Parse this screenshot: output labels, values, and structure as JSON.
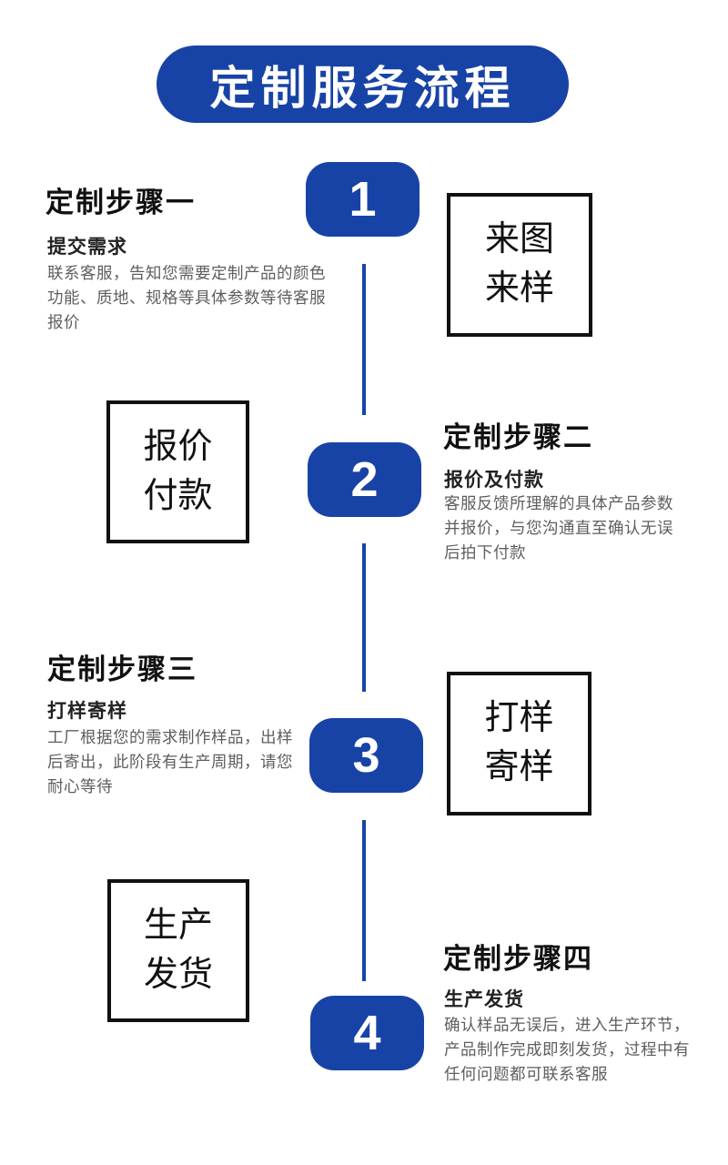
{
  "colors": {
    "accent": "#1843a6",
    "heading_text": "#111111",
    "body_text": "#5e5e5e",
    "box_border": "#111111",
    "badge_text": "#ffffff"
  },
  "title": "定制服务流程",
  "steps": [
    {
      "number": "1",
      "heading": "定制步骤一",
      "subheading": "提交需求",
      "description": "联系客服，告知您需要定制产品的颜色\n功能、质地、规格等具体参数等待客服\n报价",
      "box_label": "来图\n来样"
    },
    {
      "number": "2",
      "heading": "定制步骤二",
      "subheading": "报价及付款",
      "description": "客服反馈所理解的具体产品参数\n并报价，与您沟通直至确认无误\n后拍下付款",
      "box_label": "报价\n付款"
    },
    {
      "number": "3",
      "heading": "定制步骤三",
      "subheading": "打样寄样",
      "description": "工厂根据您的需求制作样品，出样\n后寄出，此阶段有生产周期，请您\n耐心等待",
      "box_label": "打样\n寄样"
    },
    {
      "number": "4",
      "heading": "定制步骤四",
      "subheading": "生产发货",
      "description": "确认样品无误后，进入生产环节，\n产品制作完成即刻发货，过程中有\n任何问题都可联系客服",
      "box_label": "生产\n发货"
    }
  ]
}
